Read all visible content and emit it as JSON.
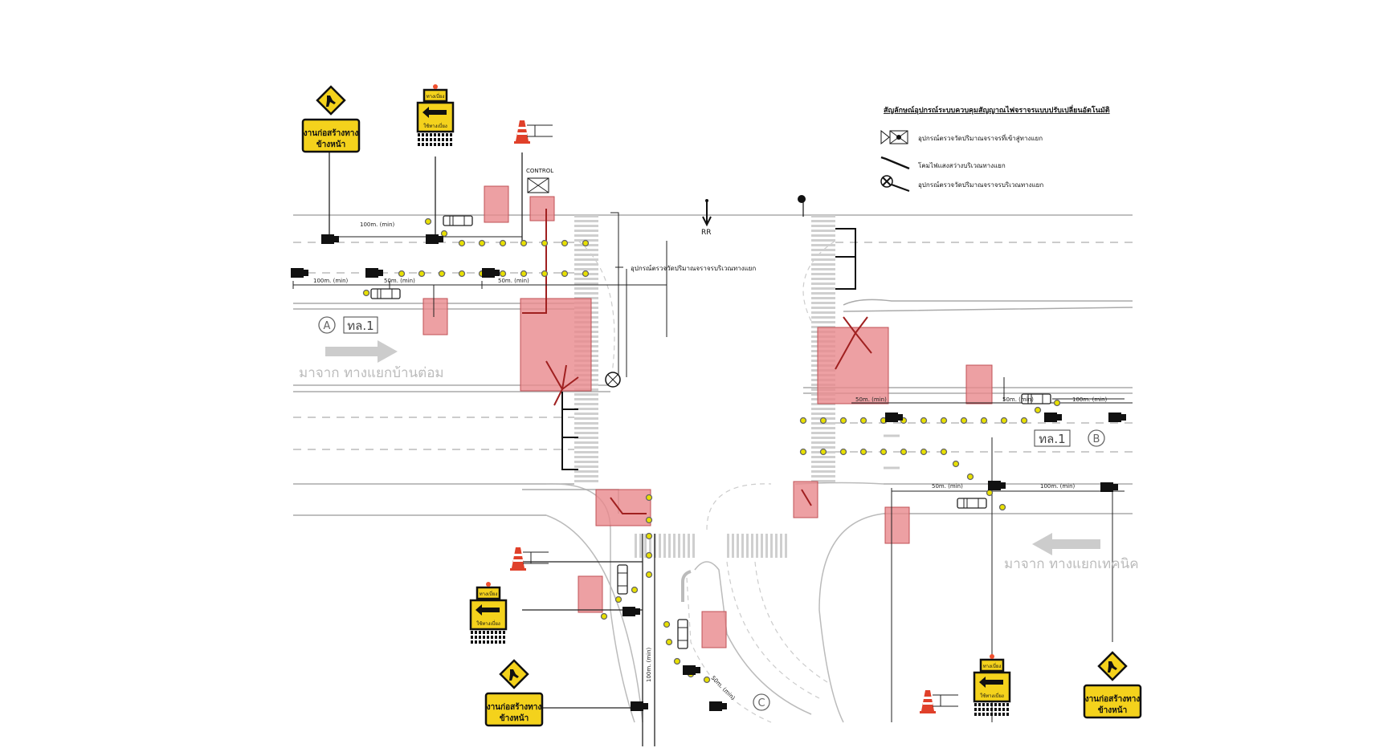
{
  "legend": {
    "title": "สัญลักษณ์อุปกรณ์ระบบควบคุมสัญญาณไฟจราจรแบบปรับเปลี่ยนอัตโนมัติ",
    "items": [
      {
        "icon": "vehicle-detector-entry-icon",
        "label": "อุปกรณ์ตรวจวัดปริมาณจราจรที่เข้าสู่ทางแยก"
      },
      {
        "icon": "lighting-pole-icon",
        "label": "โคมไฟแสงสว่างบริเวณทางแยก"
      },
      {
        "icon": "intersection-detector-icon",
        "label": "อุปกรณ์ตรวจวัดปริมาณจราจรบริเวณทางแยก"
      }
    ]
  },
  "callout": "อุปกรณ์ตรวจวัดปริมาณจราจรบริเวณทางแยก",
  "control_label": "CONTROL",
  "rr_label": "RR",
  "approaches": {
    "a": {
      "letter": "A",
      "route": "ทล.1",
      "from": "มาจาก ทางแยกบ้านต่อม"
    },
    "b": {
      "letter": "B",
      "route": "ทล.1",
      "from": "มาจาก ทางแยกเทคนิค"
    },
    "c": {
      "letter": "C"
    }
  },
  "dimensions": {
    "d100": "100m. (min)",
    "d50": "50m. (min)"
  },
  "signs": {
    "work_ahead_line1": "งานก่อสร้างทาง",
    "work_ahead_line2": "ข้างหน้า",
    "detour_top": "ทางเบี่ยง",
    "detour_bottom": "ใช้ทางเบี่ยง"
  },
  "colors": {
    "detector_zone": "#e8888c",
    "road_stud": "#e8e000",
    "sign_yellow": "#f4d21c",
    "cone": "#e0402a"
  }
}
